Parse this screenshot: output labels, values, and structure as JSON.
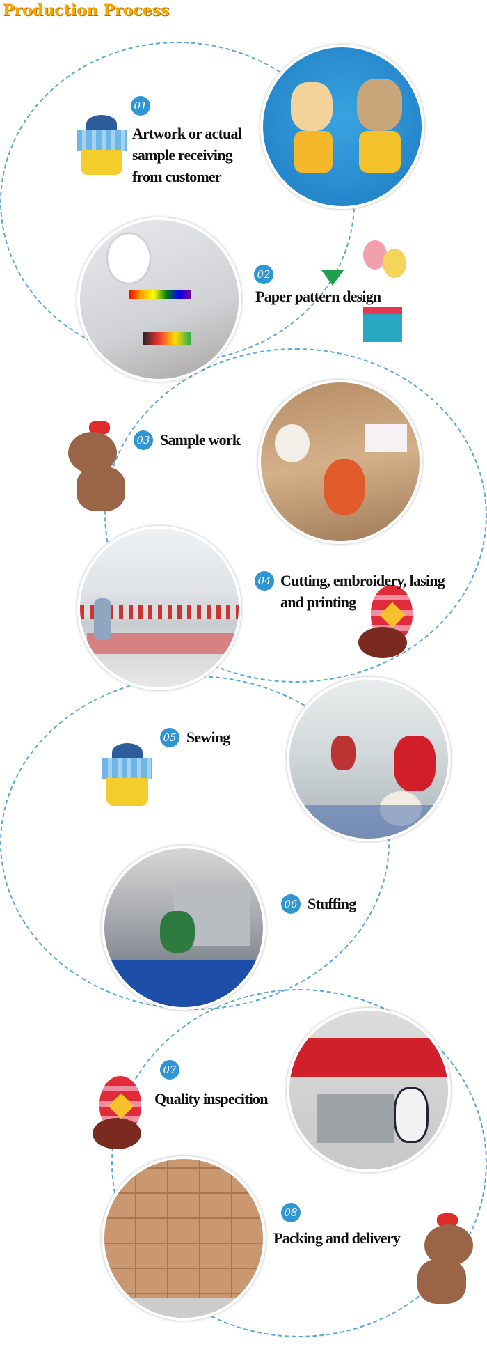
{
  "title": "Production Process",
  "steps": [
    {
      "num": "01",
      "lines": [
        "Artwork or actual",
        "sample receiving",
        "from customer"
      ]
    },
    {
      "num": "02",
      "lines": [
        "Paper pattern design"
      ]
    },
    {
      "num": "03",
      "lines": [
        "Sample work"
      ]
    },
    {
      "num": "04",
      "lines": [
        "Cutting, embroidery, lasing",
        "and printing"
      ]
    },
    {
      "num": "05",
      "lines": [
        "Sewing"
      ]
    },
    {
      "num": "06",
      "lines": [
        "Stuffing"
      ]
    },
    {
      "num": "07",
      "lines": [
        "Quality inspecition"
      ]
    },
    {
      "num": "08",
      "lines": [
        "Packing and delivery"
      ]
    }
  ],
  "colors": {
    "accent": "#2f95d3",
    "title": "#f6a800",
    "dash": "#5aa9d6"
  }
}
